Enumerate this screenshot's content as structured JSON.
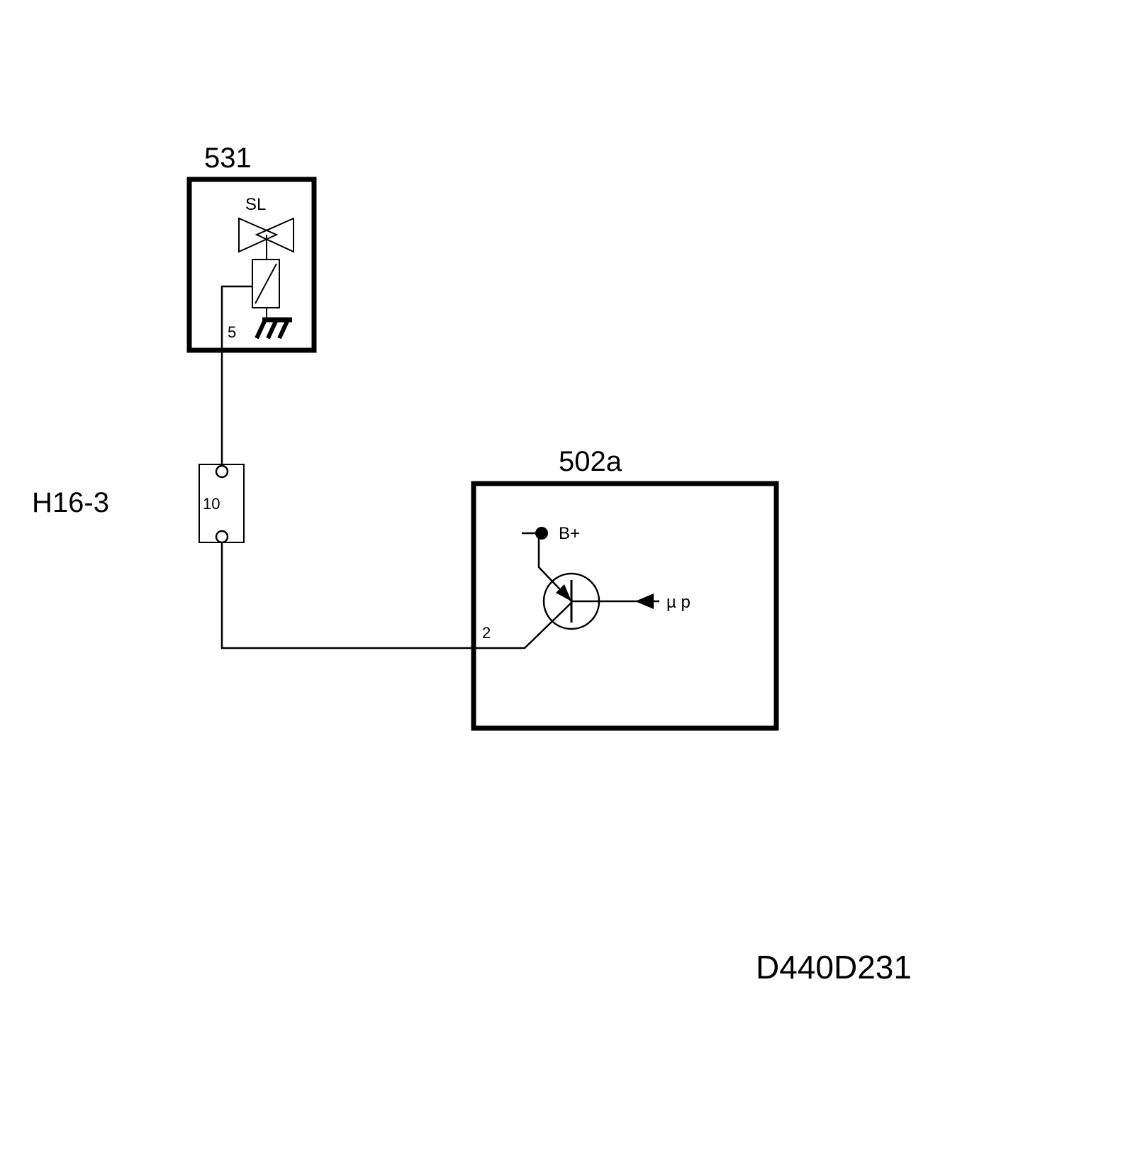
{
  "components": {
    "valve_module": {
      "id_label": "531",
      "symbol_label": "SL",
      "pin_label": "5"
    },
    "connector": {
      "id_label": "H16-3",
      "pin_label": "10"
    },
    "control_unit": {
      "id_label": "502a",
      "supply_label": "B+",
      "input_label": "µ p",
      "pin_label": "2"
    }
  },
  "drawing_code": "D440D231"
}
